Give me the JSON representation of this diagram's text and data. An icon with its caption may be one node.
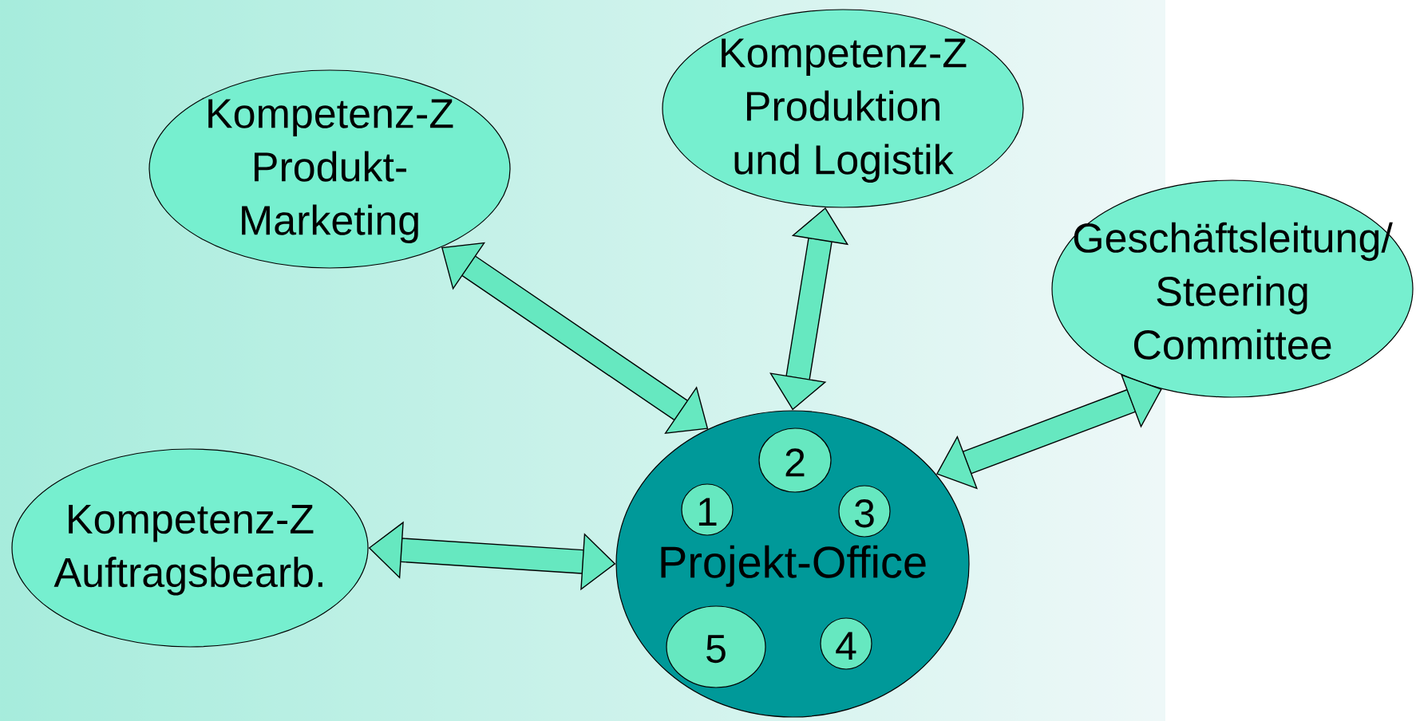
{
  "diagram": {
    "nodes": [
      {
        "text": [
          "Kompetenz-Z Produkt- Marketing"
        ]
      },
      {
        "text": [
          "Kompetenz-Z Produktion und Logistik"
        ]
      },
      {
        "text": [
          "Geschäftsleitung/ Steering Committee"
        ]
      },
      {
        "text": [
          "Kompetenz-Z Auftragsbearb."
        ]
      },
      {
        "text": [
          "Projekt-Office"
        ]
      },
      {
        "text": [
          "2"
        ],
        "in": 4
      },
      {
        "text": [
          "1"
        ],
        "in": 4
      },
      {
        "text": [
          "3"
        ],
        "in": 4
      },
      {
        "text": [
          "5"
        ],
        "in": 4
      },
      {
        "text": [
          "4"
        ],
        "in": 4
      }
    ],
    "edges": [
      {
        "from": 0,
        "to": 4,
        "arrow": "both"
      },
      {
        "from": 1,
        "to": 4,
        "arrow": "both"
      },
      {
        "from": 2,
        "to": 4,
        "arrow": "both"
      },
      {
        "from": 3,
        "to": 4,
        "arrow": "both"
      }
    ]
  }
}
